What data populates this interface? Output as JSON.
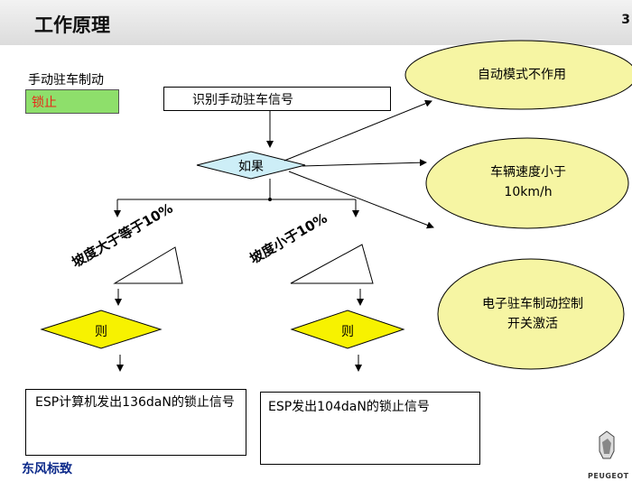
{
  "header": {
    "title": "工作原理",
    "page_number": "3"
  },
  "left_panel": {
    "title": "手动驻车制动",
    "state": "锁止"
  },
  "flow": {
    "identify": "识别手动驻车信号",
    "if": "如果",
    "slope_high": "坡度大于等于10%",
    "slope_low": "坡度小于10%",
    "then_left": "则",
    "then_right": "则",
    "result_left": "ESP计算机发出136daN的锁止信号",
    "result_right": "ESP发出104daN的锁止信号"
  },
  "conditions": [
    {
      "text": "自动模式不作用"
    },
    {
      "line1": "车辆速度小于",
      "line2": "10km/h"
    },
    {
      "line1": "电子驻车制动控制",
      "line2": "开关激活"
    }
  ],
  "footer": {
    "brand": "东风标致",
    "logo_text": "PEUGEOT"
  },
  "colors": {
    "diamond_cyan": "#cdeef7",
    "diamond_yellow": "#f7f200",
    "ellipse": "#f6f5a3",
    "lock_green": "#8edf6b",
    "lock_text": "#e8281a"
  }
}
